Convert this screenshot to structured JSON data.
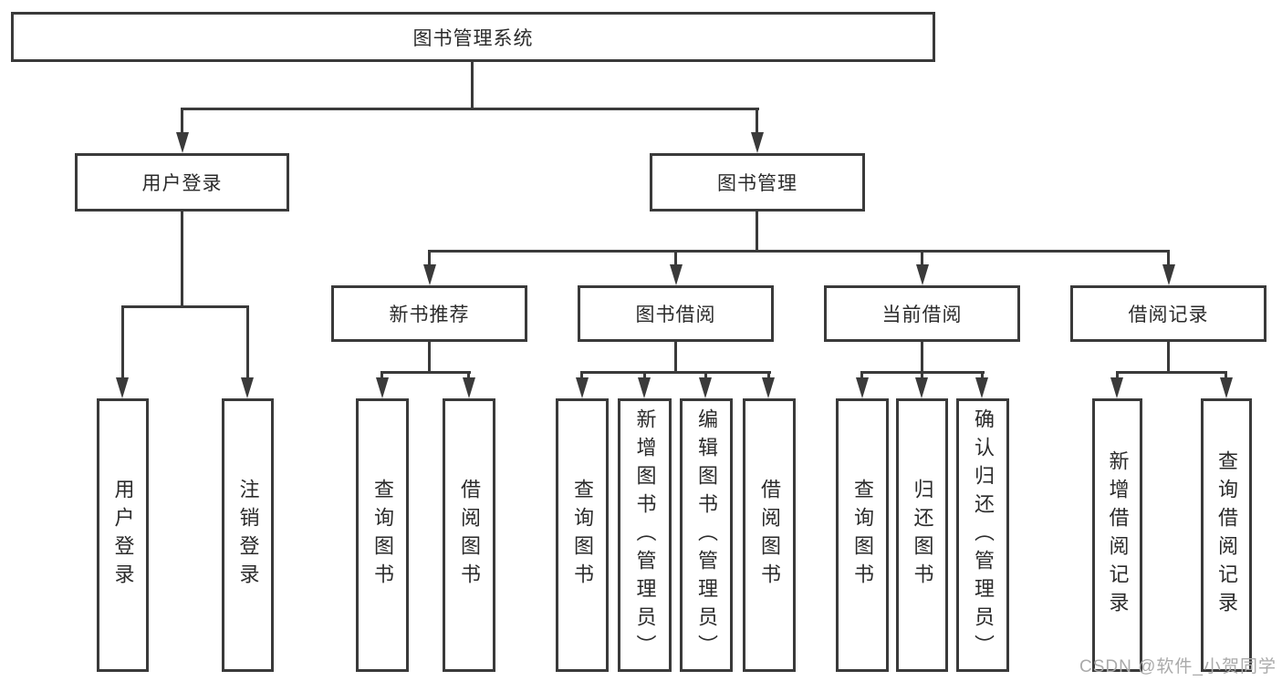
{
  "tree": {
    "root": {
      "label": "图书管理系统",
      "children": [
        {
          "label": "用户登录",
          "children": [
            {
              "label": "用户登录"
            },
            {
              "label": "注销登录"
            }
          ]
        },
        {
          "label": "图书管理",
          "children": [
            {
              "label": "新书推荐",
              "children": [
                {
                  "label": "查询图书"
                },
                {
                  "label": "借阅图书"
                }
              ]
            },
            {
              "label": "图书借阅",
              "children": [
                {
                  "label": "查询图书"
                },
                {
                  "label": "新增图书（管理员）"
                },
                {
                  "label": "编辑图书（管理员）"
                },
                {
                  "label": "借阅图书"
                }
              ]
            },
            {
              "label": "当前借阅",
              "children": [
                {
                  "label": "查询图书"
                },
                {
                  "label": "归还图书"
                },
                {
                  "label": "确认归还（管理员）"
                }
              ]
            },
            {
              "label": "借阅记录",
              "children": [
                {
                  "label": "新增借阅记录"
                },
                {
                  "label": "查询借阅记录"
                }
              ]
            }
          ]
        }
      ]
    }
  },
  "watermark": {
    "text": "CSDN @软件_小贺同学"
  },
  "colors": {
    "line": "#3a3a3a",
    "box_border": "#3a3a3a",
    "text": "#2b2b2b",
    "watermark": "#aaaaaa",
    "background": "#ffffff"
  }
}
